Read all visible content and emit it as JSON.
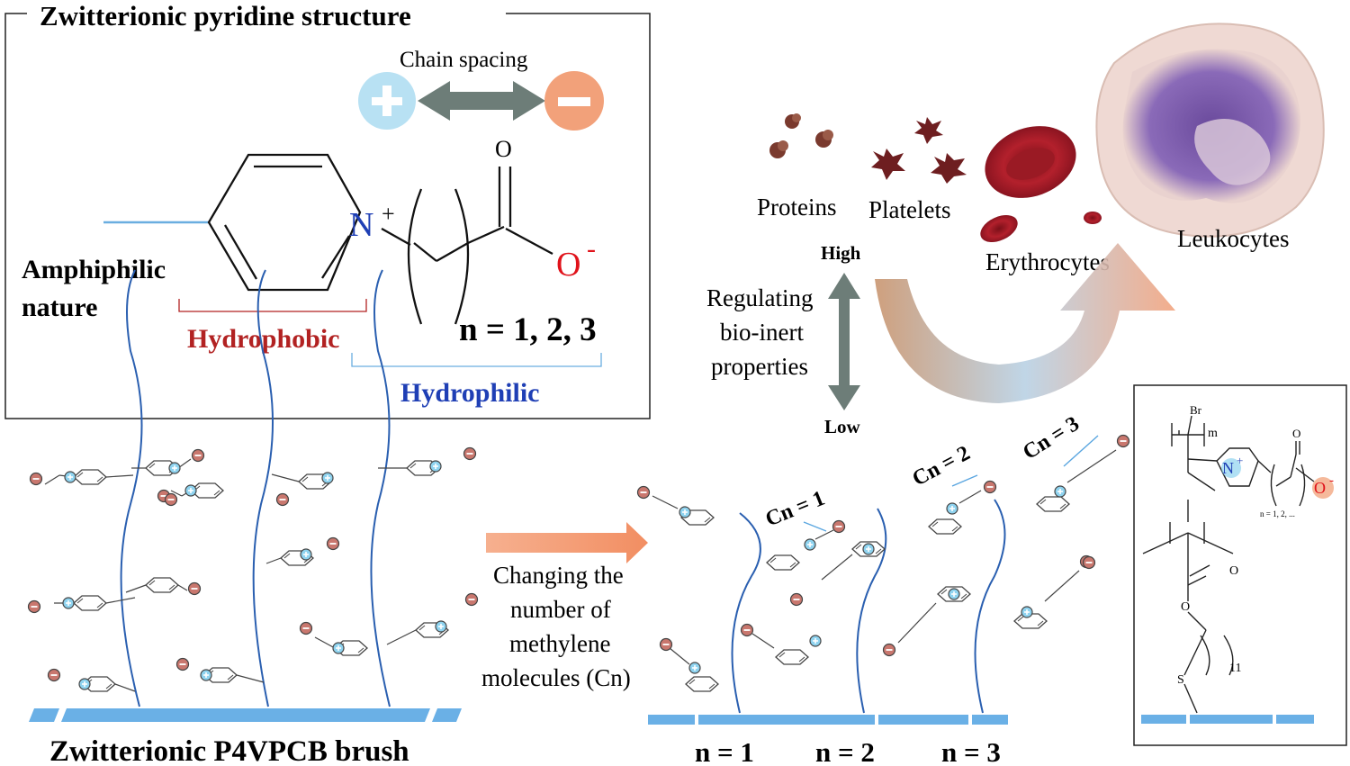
{
  "top_box": {
    "title": "Zwitterionic pyridine structure",
    "chain_spacing": "Chain spacing",
    "carbonyl_o": "O",
    "nitrogen": "N",
    "nitrogen_charge": "+",
    "oxygen_anion": "O",
    "oxygen_charge": "-",
    "n_values": "n = 1, 2, 3",
    "amphiphilic_line1": "Amphiphilic",
    "amphiphilic_line2": "nature",
    "hydrophobic": "Hydrophobic",
    "hydrophilic": "Hydrophilic"
  },
  "bio": {
    "proteins": "Proteins",
    "platelets": "Platelets",
    "erythrocytes": "Erythrocytes",
    "leukocytes": "Leukocytes",
    "high": "High",
    "low": "Low",
    "regulating_line1": "Regulating",
    "regulating_line2": "bio-inert",
    "regulating_line3": "properties"
  },
  "brush": {
    "caption": "Zwitterionic P4VPCB brush"
  },
  "change": {
    "line1": "Changing the",
    "line2": "number of",
    "line3": "methylene",
    "line4": "molecules (Cn)"
  },
  "spacing": {
    "cn1": "Cn = 1",
    "cn2": "Cn = 2",
    "cn3": "Cn = 3",
    "n1": "n = 1",
    "n2": "n = 2",
    "n3": "n = 3"
  },
  "polymer": {
    "br": "Br",
    "m": "m",
    "n_plus": "N",
    "plus": "+",
    "o_anion": "O",
    "minus": "-",
    "carbonyl_o": "O",
    "ester_o1": "O",
    "ester_o2": "O",
    "eleven": "11",
    "sulfur": "S",
    "n_values": "n = 1, 2, ..."
  },
  "colors": {
    "cation": "#8fd3ef",
    "anion": "#f2a17a",
    "arrow": "#6d7d78",
    "hydrophobic": "#b22222",
    "hydrophilic": "#1f3fb5",
    "substrate": "#6ab0e6",
    "brush_chain": "#2a5fb0",
    "orange_arrow": "#f4a07a"
  }
}
